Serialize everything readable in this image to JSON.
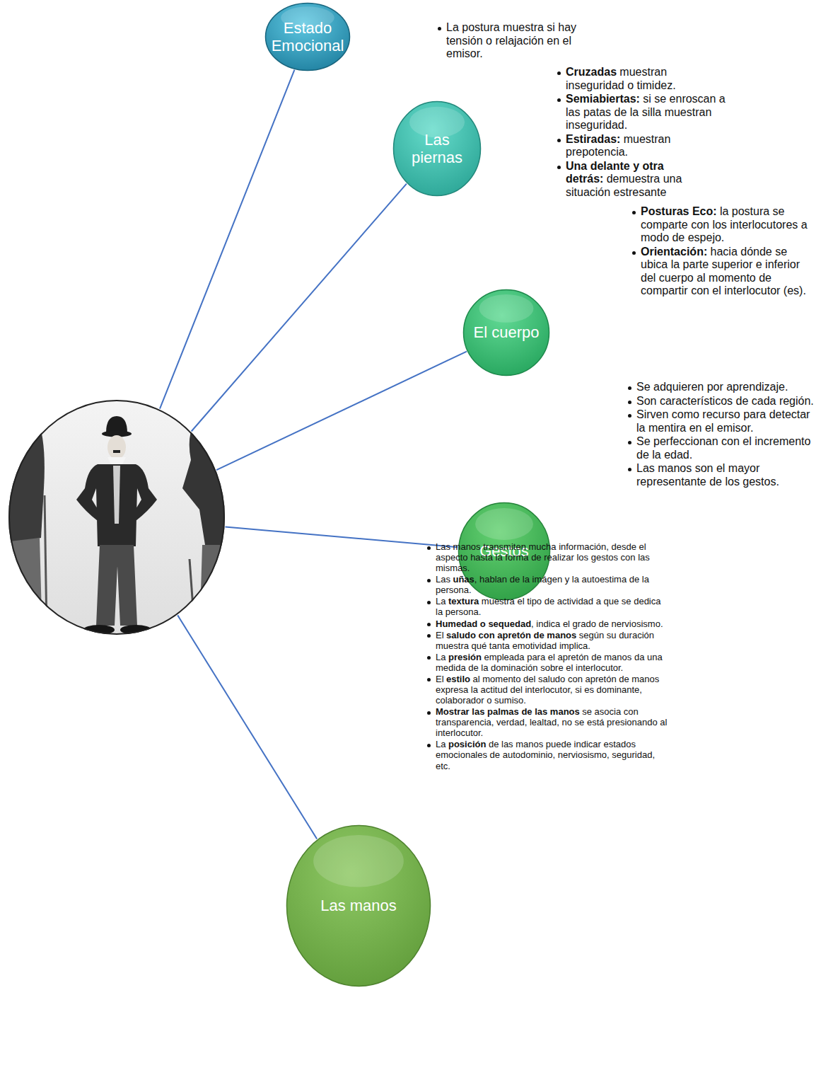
{
  "diagram": {
    "nodes": [
      {
        "text": []
      },
      {
        "text": [
          "Estado Emocional"
        ]
      },
      {
        "text": [
          "Las piernas"
        ]
      },
      {
        "text": [
          "El cuerpo"
        ]
      },
      {
        "text": [
          "Gestos"
        ]
      },
      {
        "text": [
          "Las manos"
        ]
      }
    ],
    "edges": [
      {
        "from": 0,
        "to": 1,
        "arrow": "none"
      },
      {
        "from": 0,
        "to": 2,
        "arrow": "none"
      },
      {
        "from": 0,
        "to": 3,
        "arrow": "none"
      },
      {
        "from": 0,
        "to": 4,
        "arrow": "none"
      },
      {
        "from": 0,
        "to": 5,
        "arrow": "none"
      }
    ],
    "labels": [
      "La postura muestra si hay tensión o relajación en el emisor.",
      "Cruzadas",
      "muestran inseguridad o timidez.",
      "Semiabiertas:",
      "si se enroscan a las patas de la silla muestran inseguridad.",
      "Estiradas:",
      "muestran prepotencia.",
      "Una delante y otra detrás:",
      "demuestra una situación estresante",
      "Posturas Eco:",
      "la postura se comparte con los interlocutores a modo de espejo.",
      "Orientación:",
      "hacia dónde se ubica la parte superior e inferior del cuerpo al momento de compartir con el interlocutor (es).",
      "Se adquieren por aprendizaje.",
      "Son característicos de cada región.",
      "Sirven como recurso para detectar la mentira en el emisor.",
      "Se perfeccionan con el incremento de la edad.",
      "Las manos son el mayor representante de los gestos.",
      "Las manos transmiten mucha información, desde el aspecto hasta la forma de realizar los gestos con las mismas.",
      "Las",
      "uñas",
      ", hablan de la imágen y la autoestima de la persona.",
      "La",
      "textura",
      "muestra el tipo de actividad a que se dedica la persona.",
      "Humedad o sequedad",
      ", indica el grado de nerviosismo.",
      "El",
      "saludo con apretón de manos",
      "según su duración muestra qué tanta emotividad implica.",
      "La",
      "presión",
      "empleada para el apretón de manos da una medida de la dominación sobre el interlocutor.",
      "El",
      "estilo",
      "al momento del saludo con apretón de manos expresa la actitud del interlocutor, si es dominante, colaborador o sumiso.",
      "Mostrar las palmas de las manos",
      "se asocia con transparencia, verdad, lealtad, no se está presionando al interlocutor.",
      "La",
      "posición",
      "de las manos puede indicar estados emocionales de autodominio, nerviosismo, seguridad, etc."
    ]
  }
}
